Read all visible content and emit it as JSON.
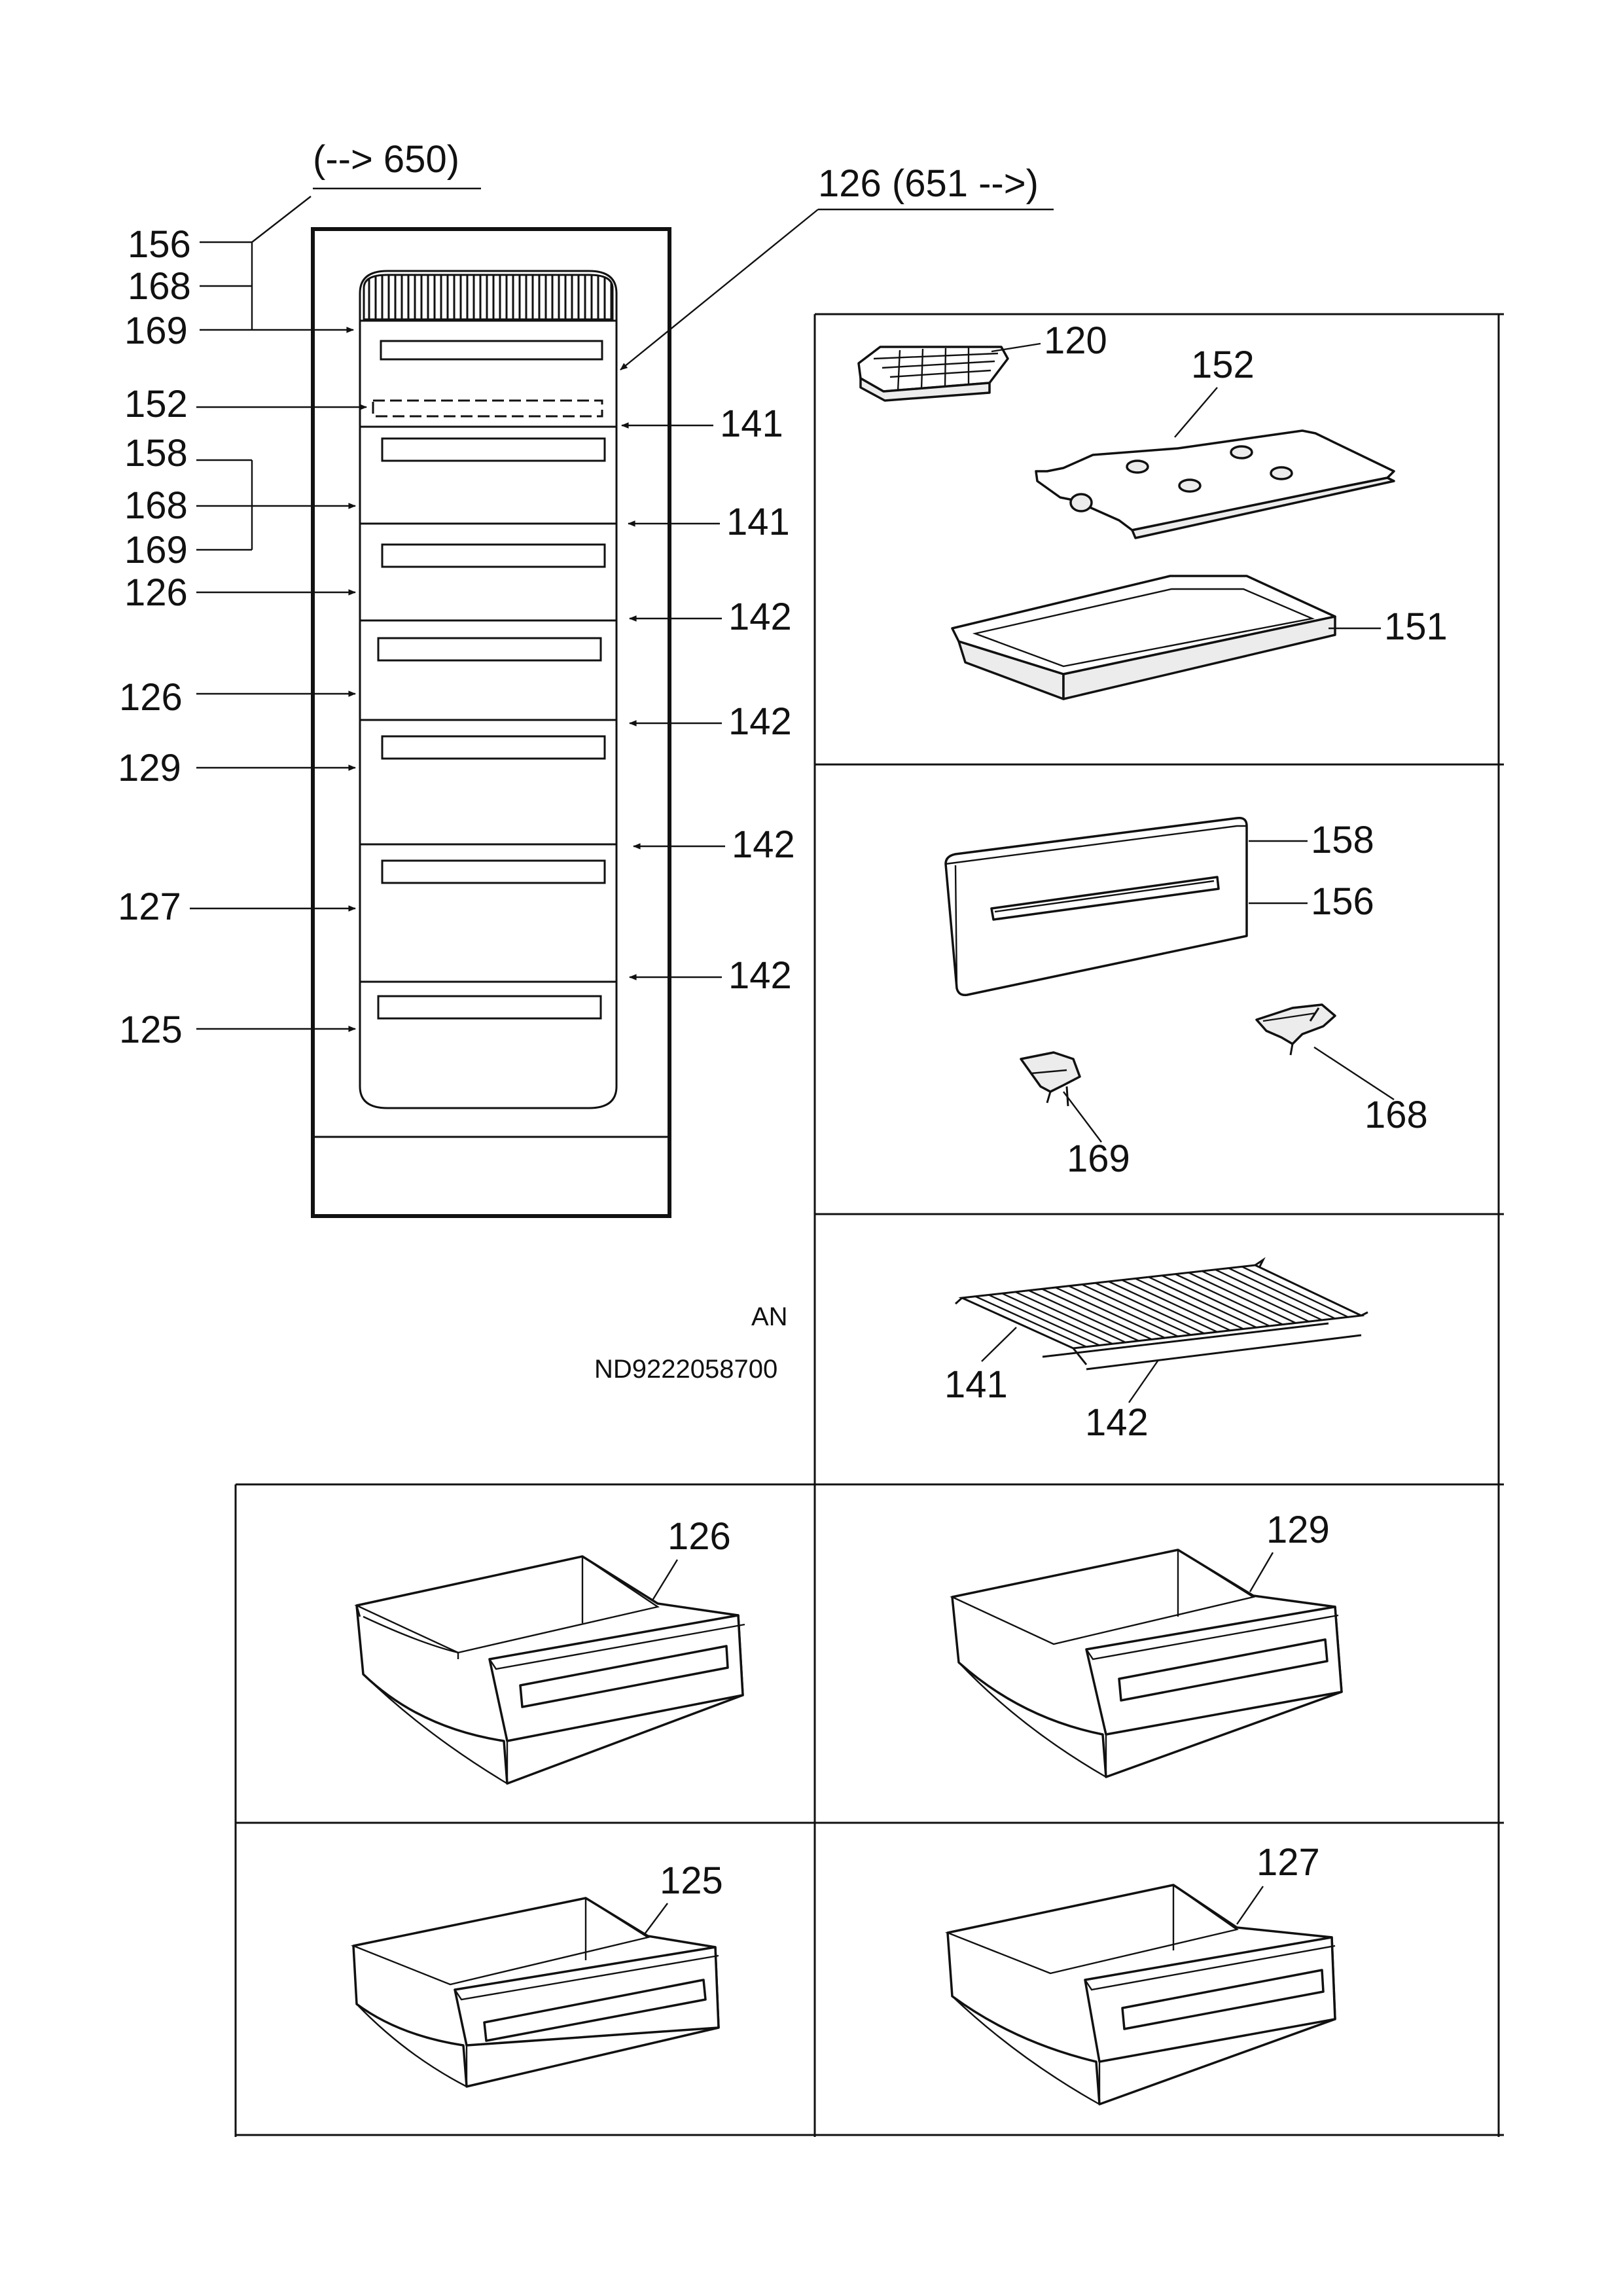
{
  "header_callouts": {
    "group_650": "(--> 650)",
    "group_651": "126 (651 -->)"
  },
  "left_callouts": [
    "156",
    "168",
    "169",
    "152",
    "158",
    "168",
    "169",
    "126",
    "126",
    "129",
    "127",
    "125"
  ],
  "right_callouts": [
    "141",
    "141",
    "142",
    "142",
    "142",
    "142"
  ],
  "panel_icetray": {
    "ice_cube_tray": "120",
    "lid": "152",
    "tray": "151"
  },
  "panel_flap": {
    "flap_top": "158",
    "flap_front": "156",
    "hinge_left": "169",
    "hinge_right": "168"
  },
  "panel_grid": {
    "shelf": "141",
    "rail": "142"
  },
  "doc_info": {
    "code_an": "AN",
    "part_number": "ND9222058700"
  },
  "drawers": {
    "top_left": "126",
    "top_right": "129",
    "bottom_left": "125",
    "bottom_right": "127"
  }
}
